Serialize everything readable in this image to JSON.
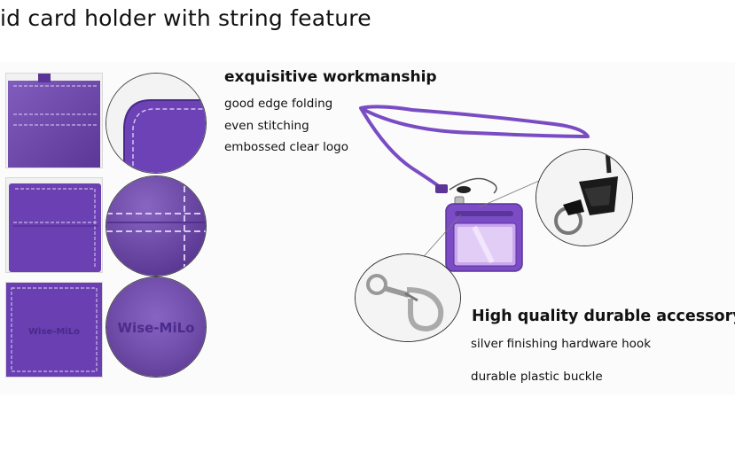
{
  "page": {
    "title": "id card holder with string feature"
  },
  "workmanship": {
    "heading": "exquisitive workmanship",
    "features": [
      "good edge folding",
      "even stitching",
      "embossed clear logo"
    ]
  },
  "accessory": {
    "heading": "High quality durable accessory",
    "features": [
      "silver finishing hardware hook",
      "durable plastic buckle"
    ]
  },
  "product": {
    "embossed_logo": "Wise-MiLo",
    "color": "#6a3fb0"
  }
}
